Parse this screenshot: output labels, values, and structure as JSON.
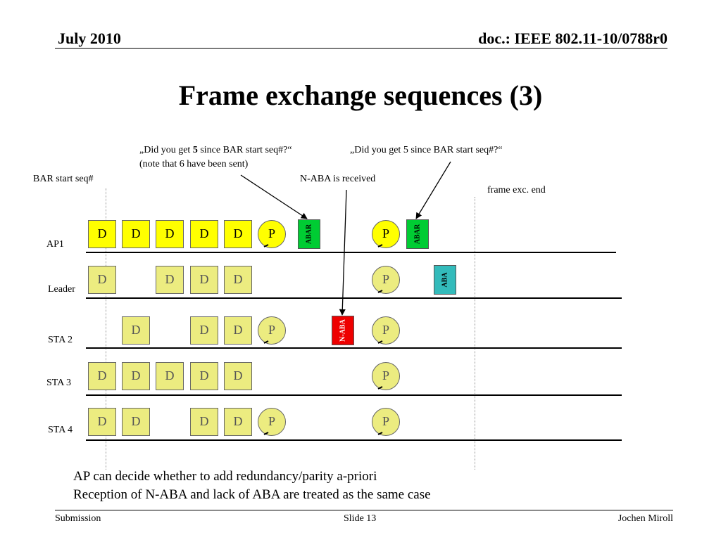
{
  "header": {
    "date": "July 2010",
    "doc": "doc.: IEEE 802.11-10/0788r0"
  },
  "title": "Frame exchange sequences (3)",
  "annotations": {
    "q1_prefix": "„Did you get ",
    "q1_bold": "5",
    "q1_suffix": " since BAR start seq#?“",
    "q1_line2": "(note that 6 have been sent)",
    "q2": "„Did you get 5 since BAR start seq#?“",
    "bar_start": "BAR start seq#",
    "naba_received": "N-ABA is received",
    "frame_end": "frame exc. end"
  },
  "rows": [
    {
      "label": "AP1"
    },
    {
      "label": "Leader"
    },
    {
      "label": "STA 2"
    },
    {
      "label": "STA 3"
    },
    {
      "label": "STA 4"
    }
  ],
  "frames": {
    "d": "D",
    "p": "P",
    "abar": "ABAR",
    "aba": "ABA",
    "naba": "N-ABA"
  },
  "bottom_text": {
    "line1": "AP can decide whether to add redundancy/parity a-priori",
    "line2": "Reception of N-ABA and lack of ABA are treated as the same case"
  },
  "footer": {
    "left": "Submission",
    "center": "Slide 13",
    "right": "Jochen Miroll"
  },
  "colors": {
    "yellow": "#ffff00",
    "pale_yellow": "#ecec80",
    "green": "#00cc33",
    "teal": "#33bbbb",
    "red": "#ee0000"
  }
}
